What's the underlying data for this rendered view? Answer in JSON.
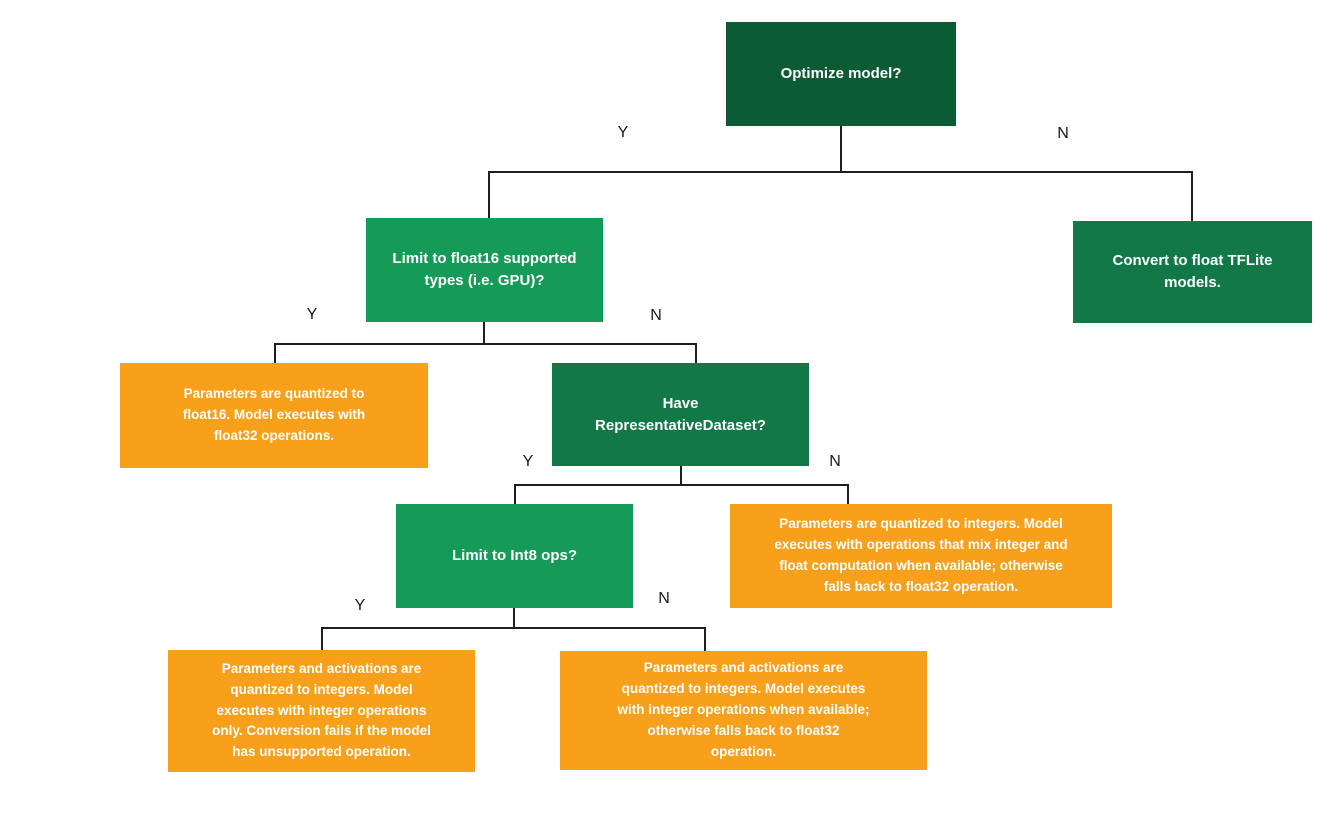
{
  "background": "#ffffff",
  "colors": {
    "dark_green": "#0b5b34",
    "mid_green": "#127847",
    "bright_green": "#169a58",
    "orange": "#f9a01a",
    "line": "#1e1e1e",
    "box_text": "#ffffff",
    "label_text": "#1a1a1a",
    "background": "#ffffff"
  },
  "diagram": {
    "type": "flowchart",
    "topic": "Optimize model decision tree (TFLite quantization)",
    "nodes": [
      {
        "id": "optimize",
        "kind": "decision-dark",
        "label": "Optimize model?"
      },
      {
        "id": "limit-float16",
        "kind": "decision-bright",
        "label": "Limit to float16 supported\ntypes (i.e. GPU)?"
      },
      {
        "id": "convert-float",
        "kind": "action-mid",
        "label": "Convert to float TFLite\nmodels."
      },
      {
        "id": "float16-result",
        "kind": "outcome",
        "label": "Parameters are quantized to\nfloat16. Model executes with\nfloat32 operations."
      },
      {
        "id": "have-dataset",
        "kind": "decision-mid",
        "label": "Have\nRepresentativeDataset?"
      },
      {
        "id": "limit-int8",
        "kind": "decision-bright",
        "label": "Limit to Int8 ops?"
      },
      {
        "id": "mixed-result",
        "kind": "outcome",
        "label": "Parameters are quantized to integers. Model\nexecutes with operations that mix integer and\nfloat computation when available; otherwise\nfalls back to float32 operation."
      },
      {
        "id": "int-only-result",
        "kind": "outcome",
        "label": "Parameters and activations are\nquantized to integers. Model\nexecutes with integer operations\nonly. Conversion fails if the model\nhas unsupported operation."
      },
      {
        "id": "int-fallback-result",
        "kind": "outcome",
        "label": "Parameters and activations are\nquantized to integers. Model executes\nwith integer operations when available;\notherwise falls back to float32\noperation."
      }
    ],
    "edge_labels": [
      {
        "id": "optimize-yes",
        "text": "Y"
      },
      {
        "id": "optimize-no",
        "text": "N"
      },
      {
        "id": "float16-yes",
        "text": "Y"
      },
      {
        "id": "float16-no",
        "text": "N"
      },
      {
        "id": "dataset-yes",
        "text": "Y"
      },
      {
        "id": "dataset-no",
        "text": "N"
      },
      {
        "id": "int8-yes",
        "text": "Y"
      },
      {
        "id": "int8-no",
        "text": "N"
      }
    ]
  }
}
